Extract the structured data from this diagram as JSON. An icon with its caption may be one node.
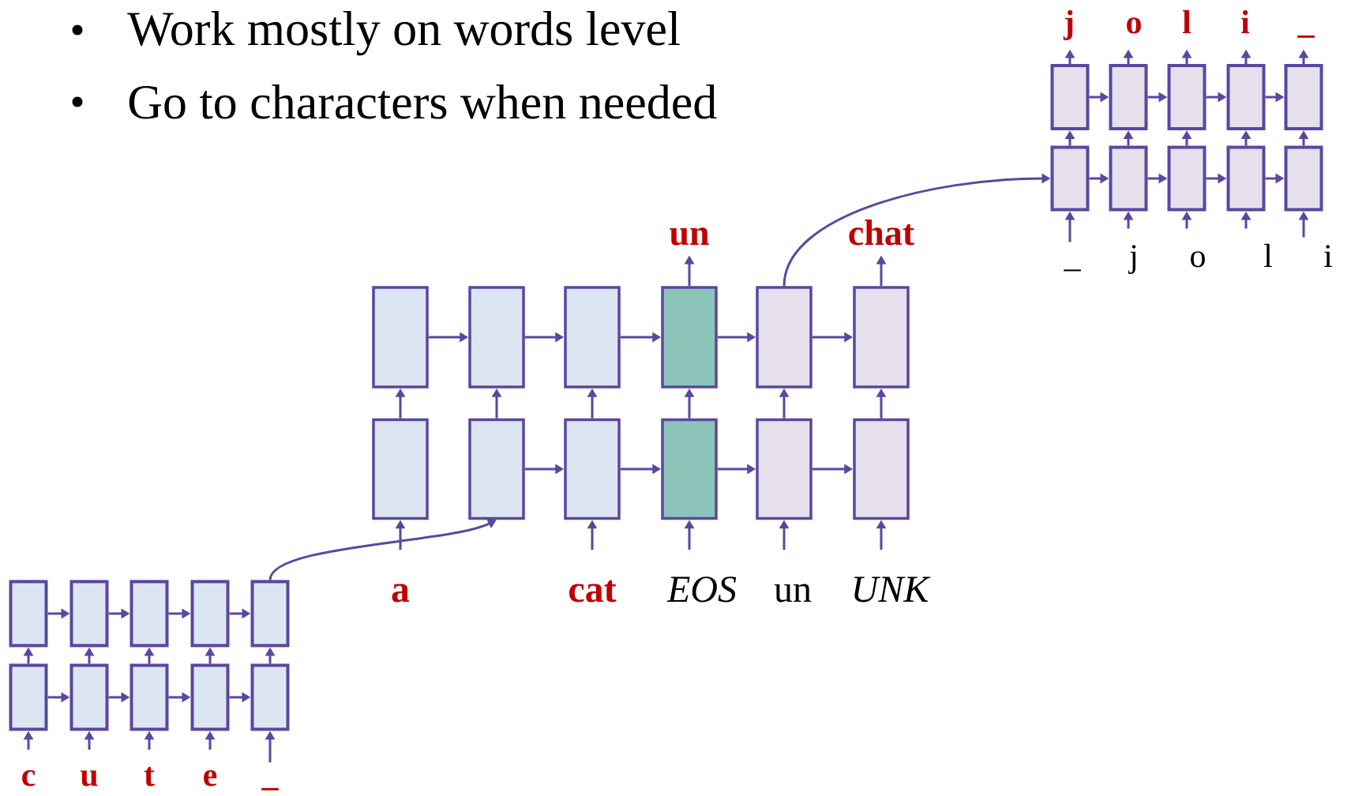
{
  "diagram": {
    "nodes": [
      {
        "text": [
          "j"
        ]
      },
      {
        "text": [
          "o"
        ]
      },
      {
        "text": [
          "l"
        ]
      },
      {
        "text": [
          "i"
        ]
      },
      {
        "text": [
          "_"
        ]
      },
      {
        "text": [],
        "shape": "box"
      },
      {
        "text": [],
        "shape": "box"
      },
      {
        "text": [],
        "shape": "box"
      },
      {
        "text": [],
        "shape": "box"
      },
      {
        "text": [],
        "shape": "box"
      },
      {
        "text": [],
        "shape": "box"
      },
      {
        "text": [],
        "shape": "box"
      },
      {
        "text": [],
        "shape": "box"
      },
      {
        "text": [],
        "shape": "box"
      },
      {
        "text": [],
        "shape": "box"
      },
      {
        "text": [
          "_"
        ]
      },
      {
        "text": [
          "j"
        ]
      },
      {
        "text": [
          "o"
        ]
      },
      {
        "text": [
          "l"
        ]
      },
      {
        "text": [
          "i"
        ]
      },
      {
        "text": [
          "un"
        ]
      },
      {
        "text": [
          "chat"
        ]
      },
      {
        "text": [],
        "shape": "box"
      },
      {
        "text": [],
        "shape": "box"
      },
      {
        "text": [],
        "shape": "box"
      },
      {
        "text": [],
        "shape": "box"
      },
      {
        "text": [],
        "shape": "box"
      },
      {
        "text": [],
        "shape": "box"
      },
      {
        "text": [],
        "shape": "box"
      },
      {
        "text": [],
        "shape": "box"
      },
      {
        "text": [],
        "shape": "box"
      },
      {
        "text": [],
        "shape": "box"
      },
      {
        "text": [],
        "shape": "box"
      },
      {
        "text": [],
        "shape": "box"
      },
      {
        "text": [
          "a"
        ]
      },
      {
        "text": [
          "cat"
        ]
      },
      {
        "text": [
          "EOS"
        ]
      },
      {
        "text": [
          "un"
        ]
      },
      {
        "text": [
          "UNK"
        ]
      },
      {
        "text": [],
        "shape": "box"
      },
      {
        "text": [],
        "shape": "box"
      },
      {
        "text": [],
        "shape": "box"
      },
      {
        "text": [],
        "shape": "box"
      },
      {
        "text": [],
        "shape": "box"
      },
      {
        "text": [],
        "shape": "box"
      },
      {
        "text": [],
        "shape": "box"
      },
      {
        "text": [],
        "shape": "box"
      },
      {
        "text": [],
        "shape": "box"
      },
      {
        "text": [],
        "shape": "box"
      },
      {
        "text": [
          "c"
        ]
      },
      {
        "text": [
          "u"
        ]
      },
      {
        "text": [
          "t"
        ]
      },
      {
        "text": [
          "e"
        ]
      },
      {
        "text": [
          "_"
        ]
      }
    ],
    "edges": [
      {
        "from": 5,
        "to": 6,
        "arrow": "to"
      },
      {
        "from": 6,
        "to": 7,
        "arrow": "to"
      },
      {
        "from": 7,
        "to": 8,
        "arrow": "to"
      },
      {
        "from": 8,
        "to": 9,
        "arrow": "to"
      },
      {
        "from": 10,
        "to": 11,
        "arrow": "to"
      },
      {
        "from": 11,
        "to": 12,
        "arrow": "to"
      },
      {
        "from": 12,
        "to": 13,
        "arrow": "to"
      },
      {
        "from": 13,
        "to": 14,
        "arrow": "to"
      },
      {
        "from": 10,
        "to": 5,
        "arrow": "to"
      },
      {
        "from": 11,
        "to": 6,
        "arrow": "to"
      },
      {
        "from": 12,
        "to": 7,
        "arrow": "to"
      },
      {
        "from": 13,
        "to": 8,
        "arrow": "to"
      },
      {
        "from": 14,
        "to": 9,
        "arrow": "to"
      },
      {
        "from": 15,
        "to": 10,
        "arrow": "to"
      },
      {
        "from": 16,
        "to": 11,
        "arrow": "to"
      },
      {
        "from": 17,
        "to": 12,
        "arrow": "to"
      },
      {
        "from": 18,
        "to": 13,
        "arrow": "to"
      },
      {
        "from": 19,
        "to": 14,
        "arrow": "to"
      },
      {
        "from": 5,
        "to": 0,
        "arrow": "to"
      },
      {
        "from": 6,
        "to": 1,
        "arrow": "to"
      },
      {
        "from": 7,
        "to": 2,
        "arrow": "to"
      },
      {
        "from": 8,
        "to": 3,
        "arrow": "to"
      },
      {
        "from": 9,
        "to": 4,
        "arrow": "to"
      },
      {
        "from": 22,
        "to": 23,
        "arrow": "to"
      },
      {
        "from": 23,
        "to": 24,
        "arrow": "to"
      },
      {
        "from": 24,
        "to": 25,
        "arrow": "to"
      },
      {
        "from": 25,
        "to": 26,
        "arrow": "to"
      },
      {
        "from": 26,
        "to": 27,
        "arrow": "to"
      },
      {
        "from": 29,
        "to": 30,
        "arrow": "to"
      },
      {
        "from": 30,
        "to": 31,
        "arrow": "to"
      },
      {
        "from": 31,
        "to": 32,
        "arrow": "to"
      },
      {
        "from": 32,
        "to": 33,
        "arrow": "to"
      },
      {
        "from": 28,
        "to": 22,
        "arrow": "to"
      },
      {
        "from": 29,
        "to": 23,
        "arrow": "to"
      },
      {
        "from": 30,
        "to": 24,
        "arrow": "to"
      },
      {
        "from": 31,
        "to": 25,
        "arrow": "to"
      },
      {
        "from": 32,
        "to": 26,
        "arrow": "to"
      },
      {
        "from": 33,
        "to": 27,
        "arrow": "to"
      },
      {
        "from": 34,
        "to": 28,
        "arrow": "to"
      },
      {
        "from": 35,
        "to": 30,
        "arrow": "to"
      },
      {
        "from": 36,
        "to": 31,
        "arrow": "to"
      },
      {
        "from": 37,
        "to": 32,
        "arrow": "to"
      },
      {
        "from": 38,
        "to": 33,
        "arrow": "to"
      },
      {
        "from": 25,
        "to": 20,
        "arrow": "to"
      },
      {
        "from": 27,
        "to": 21,
        "arrow": "to"
      },
      {
        "from": 39,
        "to": 40,
        "arrow": "to"
      },
      {
        "from": 40,
        "to": 41,
        "arrow": "to"
      },
      {
        "from": 41,
        "to": 42,
        "arrow": "to"
      },
      {
        "from": 42,
        "to": 43,
        "arrow": "to"
      },
      {
        "from": 44,
        "to": 45,
        "arrow": "to"
      },
      {
        "from": 45,
        "to": 46,
        "arrow": "to"
      },
      {
        "from": 46,
        "to": 47,
        "arrow": "to"
      },
      {
        "from": 47,
        "to": 48,
        "arrow": "to"
      },
      {
        "from": 44,
        "to": 39,
        "arrow": "to"
      },
      {
        "from": 45,
        "to": 40,
        "arrow": "to"
      },
      {
        "from": 46,
        "to": 41,
        "arrow": "to"
      },
      {
        "from": 47,
        "to": 42,
        "arrow": "to"
      },
      {
        "from": 48,
        "to": 43,
        "arrow": "to"
      },
      {
        "from": 49,
        "to": 44,
        "arrow": "to"
      },
      {
        "from": 50,
        "to": 45,
        "arrow": "to"
      },
      {
        "from": 51,
        "to": 46,
        "arrow": "to"
      },
      {
        "from": 52,
        "to": 47,
        "arrow": "to"
      },
      {
        "from": 53,
        "to": 48,
        "arrow": "to"
      },
      {
        "from": 43,
        "to": 29,
        "arrow": "to"
      },
      {
        "from": 26,
        "to": 10,
        "arrow": "to"
      }
    ],
    "labels": [
      "Work mostly on words level",
      "Go to characters when needed"
    ]
  }
}
